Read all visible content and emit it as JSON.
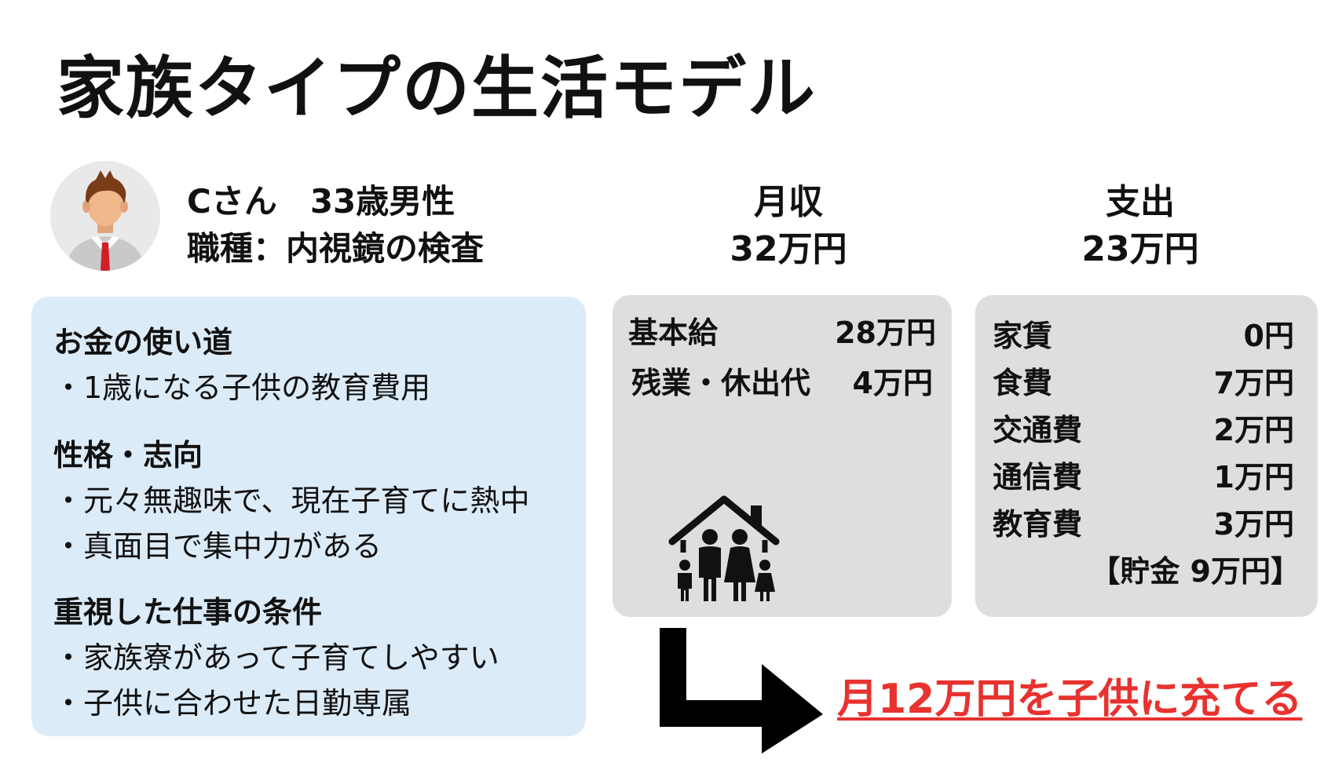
{
  "page": {
    "title": "家族タイプの生活モデル"
  },
  "person": {
    "name_line": "Cさん　33歳男性",
    "job_line": "職種：内視鏡の検査"
  },
  "income": {
    "heading": "月収",
    "total": "32万円"
  },
  "expense": {
    "heading": "支出",
    "total": "23万円"
  },
  "info": {
    "sections": [
      {
        "heading": "お金の使い道",
        "items": [
          "・1歳になる子供の教育費用"
        ]
      },
      {
        "heading": "性格・志向",
        "items": [
          "・元々無趣味で、現在子育てに熱中",
          "・真面目で集中力がある"
        ]
      },
      {
        "heading": "重視した仕事の条件",
        "items": [
          "・家族寮があって子育てしやすい",
          "・子供に合わせた日勤専属"
        ]
      }
    ]
  },
  "income_rows": [
    {
      "label": "基本給",
      "amount": "28万円"
    },
    {
      "label": "残業・休出代",
      "amount": "4万円"
    }
  ],
  "expense_rows": [
    {
      "label": "家賃",
      "amount": "0円"
    },
    {
      "label": "食費",
      "amount": "7万円"
    },
    {
      "label": "交通費",
      "amount": "2万円"
    },
    {
      "label": "通信費",
      "amount": "1万円"
    },
    {
      "label": "教育費",
      "amount": "3万円"
    }
  ],
  "savings": "【貯金 9万円】",
  "result": "月12万円を子供に充てる",
  "icons": {
    "avatar": "man-avatar-icon",
    "family": "family-house-icon",
    "arrow": "arrow-down-right-icon"
  },
  "colors": {
    "info_bg": "#dcebf8",
    "panel_bg": "#dedede",
    "accent_red": "#e8322f",
    "text": "#111111"
  }
}
